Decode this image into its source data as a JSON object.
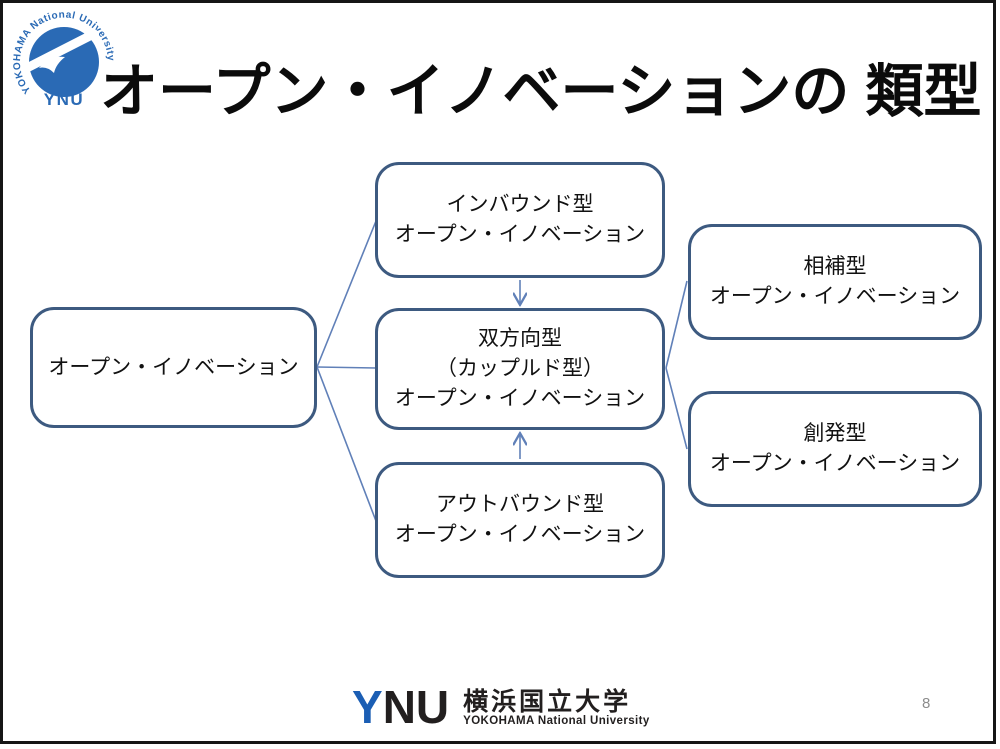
{
  "slide": {
    "title": "オープン・イノベーションの 類型",
    "page_number": "8"
  },
  "header_logo": {
    "ring_text": "YOKOHAMA National University",
    "acronym": "YNU",
    "blue": "#2a6ab5"
  },
  "diagram": {
    "box_border_color": "#3d5a80",
    "connector_color": "#6080b8",
    "boxes": [
      {
        "id": "root",
        "lines": [
          "オープン・イノベーション"
        ]
      },
      {
        "id": "inbound",
        "lines": [
          "インバウンド型",
          "オープン・イノベーション"
        ]
      },
      {
        "id": "coupled",
        "lines": [
          "双方向型",
          "（カップルド型）",
          "オープン・イノベーション"
        ]
      },
      {
        "id": "outbound",
        "lines": [
          "アウトバウンド型",
          "オープン・イノベーション"
        ]
      },
      {
        "id": "complementary",
        "lines": [
          "相補型",
          "オープン・イノベーション"
        ]
      },
      {
        "id": "emergent",
        "lines": [
          "創発型",
          "オープン・イノベーション"
        ]
      }
    ]
  },
  "footer_logo": {
    "acronym_y": "Y",
    "acronym_nu": "NU",
    "university_jp": "横浜国立大学",
    "university_en": "YOKOHAMA National University",
    "accent_blue": "#1b5eb4"
  }
}
